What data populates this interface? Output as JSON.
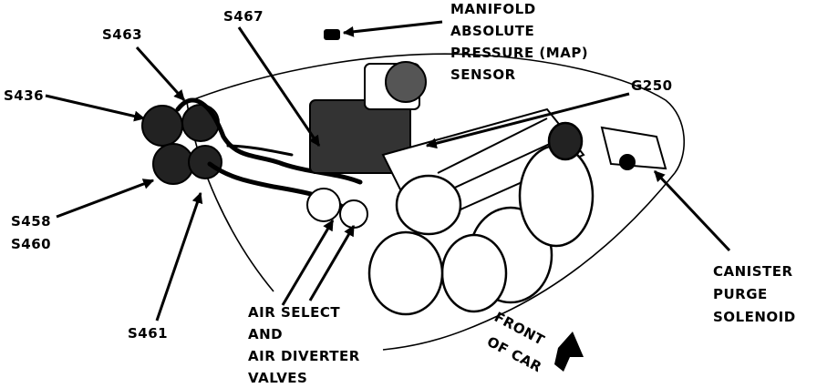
{
  "labels": {
    "s463": "S463",
    "s467": "S467",
    "s436": "S436",
    "s458": "S458",
    "s460": "S460",
    "s461": "S461",
    "g250": "G250",
    "map": [
      "MANIFOLD",
      "ABSOLUTE",
      "PRESSURE (MAP)",
      "SENSOR"
    ],
    "canister": [
      "CANISTER",
      "PURGE",
      "SOLENOID"
    ],
    "air": [
      "AIR SELECT",
      "AND",
      "AIR DIVERTER",
      "VALVES"
    ],
    "front": [
      "FRONT",
      "OF CAR"
    ]
  }
}
